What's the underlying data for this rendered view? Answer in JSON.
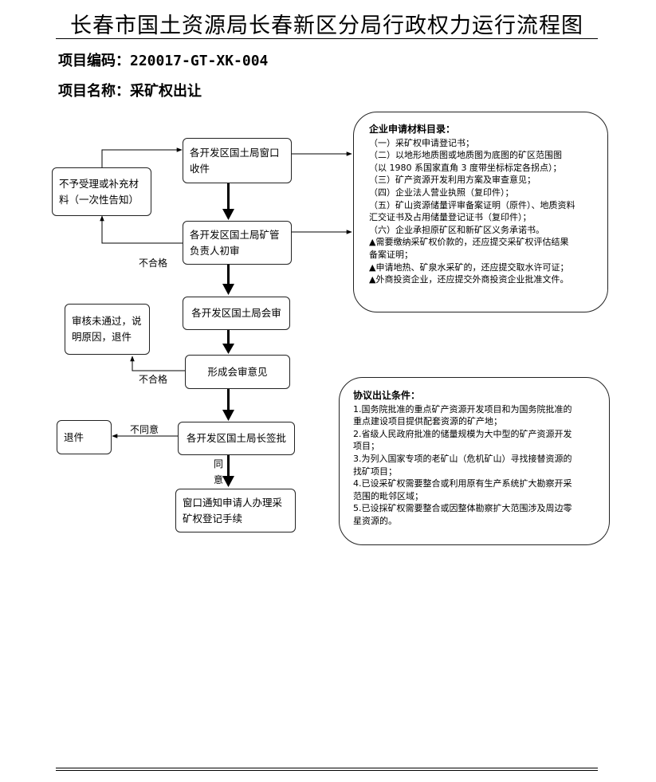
{
  "header": {
    "title": "长春市国土资源局长春新区分局行政权力运行流程图",
    "code_label": "项目编码：",
    "code_value": "220017-GT-XK-004",
    "name_label": "项目名称：",
    "name_value": "采矿权出让"
  },
  "flow": {
    "window_intake": "各开发区国土局窗口收件",
    "supplement": "不予受理或补充材料（一次性告知）",
    "initial_review": "各开发区国土局矿管负责人初审",
    "joint_review": "各开发区国土局会审",
    "rejected_reason": "审核未通过，说明原因，退件",
    "review_opinion": "形成会审意见",
    "director_sign": "各开发区国土局长签批",
    "return": "退件",
    "notify": "窗口通知申请人办理采矿权登记手续",
    "label_fail_1": "不合格",
    "label_fail_2": "不合格",
    "label_disagree": "不同意",
    "label_agree": "同意"
  },
  "materials": {
    "heading": "企业申请材料目录：",
    "items": [
      "（一）采矿权申请登记书；",
      "（二）以地形地质图或地质图为底图的矿区范围图",
      "（以 1980 系国家直角 3 度带坐标标定各拐点）；",
      "（三）矿产资源开发利用方案及审查意见；",
      "（四）企业法人营业执照（复印件）；",
      "（五）矿山资源储量评审备案证明（原件）、地质资料",
      "汇交证书及占用储量登记证书（复印件）；",
      "（六）企业承担原矿区和新矿区义务承诺书。",
      "▲需要缴纳采矿权价款的，还应提交采矿权评估结果",
      "备案证明；",
      "▲申请地热、矿泉水采矿的，还应提交取水许可证；",
      "▲外商投资企业，还应提交外商投资企业批准文件。"
    ]
  },
  "conditions": {
    "heading": "协议出让条件：",
    "items": [
      "1.国务院批准的重点矿产资源开发项目和为国务院批准的",
      "重点建设项目提供配套资源的矿产地；",
      "2.省级人民政府批准的储量规模为大中型的矿产资源开发",
      "项目；",
      "3.为列入国家专项的老矿山（危机矿山）寻找接替资源的",
      "找矿项目；",
      "4.已设采矿权需要整合或利用原有生产系统扩大勘察开采",
      "范围的毗邻区域；",
      "5.已设採矿权需要整合或因整体勘察扩大范围涉及周边零",
      "星资源的。"
    ]
  }
}
